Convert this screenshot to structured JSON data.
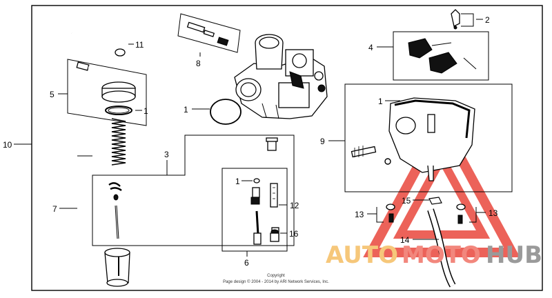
{
  "diagram": {
    "callouts": {
      "c1a": "1",
      "c1b": "1",
      "c1c": "1",
      "c1d": "1",
      "c2": "2",
      "c3": "3",
      "c4": "4",
      "c5": "5",
      "c6": "6",
      "c7": "7",
      "c8": "8",
      "c9": "9",
      "c10": "10",
      "c11": "11",
      "c12": "12",
      "c13a": "13",
      "c13b": "13",
      "c14": "14",
      "c15": "15",
      "c16": "16"
    },
    "copyright": {
      "line1": "Copyright",
      "line2": "Page design © 2004 - 2014 by ARI Network Services, Inc."
    }
  },
  "watermark": {
    "auto": "AUTO",
    "moto": "MOTO",
    "hub": "HUB",
    "colors": {
      "auto": "#f6c77a",
      "moto": "#f2877d",
      "hub": "#9a9a9a",
      "triangle": "#e9473d"
    }
  }
}
